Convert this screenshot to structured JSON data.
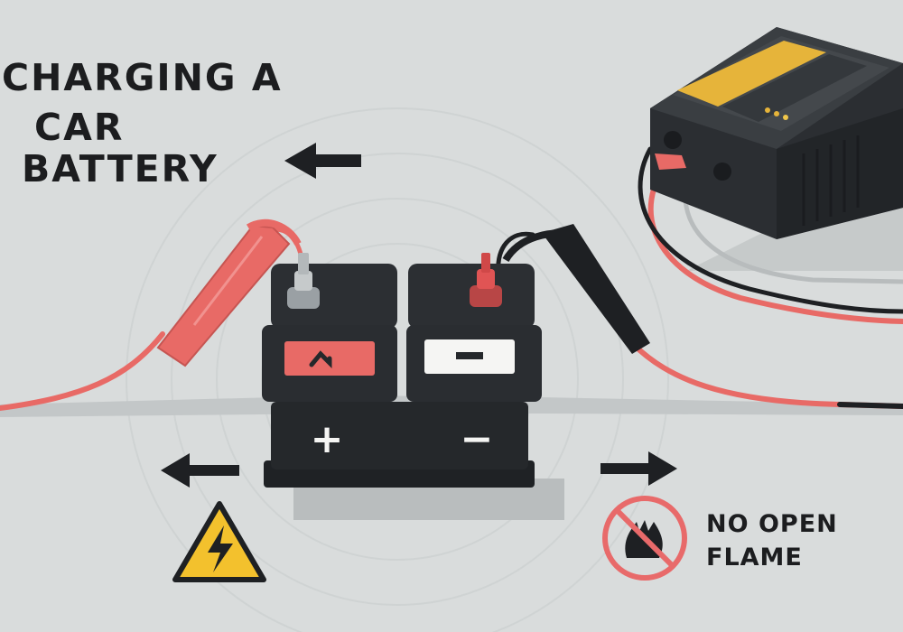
{
  "title": {
    "line1": "CHARGING A",
    "line2": "CAR",
    "line3": "BATTERY"
  },
  "battery": {
    "positive_symbol": "+",
    "negative_symbol": "−"
  },
  "warning": {
    "no_flame_line1": "NO OPEN",
    "no_flame_line2": "FLAME"
  },
  "icons": [
    "arrow-left-icon",
    "arrow-right-icon",
    "electric-hazard-icon",
    "no-flame-icon",
    "battery-charger-icon",
    "clamp-icon"
  ],
  "colors": {
    "background": "#d9dcdc",
    "battery_body": "#25282b",
    "cable_red": "#e86a66",
    "cable_black": "#1e2023",
    "charger_panel": "#e6b43a",
    "hazard_yellow": "#f3c12d",
    "prohibit_red": "#e86a6a"
  }
}
